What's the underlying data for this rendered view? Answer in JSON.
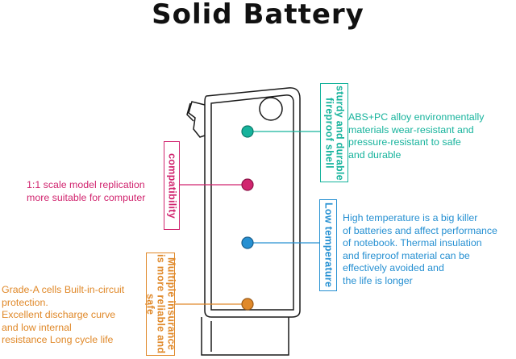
{
  "title": "Solid Battery",
  "colors": {
    "teal": "#16b39c",
    "pink": "#d1256f",
    "blue": "#2690d2",
    "orange": "#e0892a",
    "outline": "#1a1a1a"
  },
  "features": {
    "shell": {
      "label": "sturdy and durable fireproof shell",
      "desc": [
        "ABS+PC alloy environmentally",
        "materials wear-resistant and",
        "pressure-resistant to safe",
        "and durable"
      ]
    },
    "compat": {
      "label": "compatibility",
      "desc": [
        "1:1 scale model replication",
        "more suitable for computer"
      ]
    },
    "temp": {
      "label": "Low temperature",
      "desc": [
        "High temperature is a big killer",
        "of batteries and affect performance",
        "of notebook. Thermal insulation",
        "and fireproof material can be",
        "effectively avoided and",
        "the life is longer"
      ]
    },
    "insurance": {
      "label": "Multiple insurance is more reliable and safe",
      "desc": [
        "Grade-A cells Built-in-circuit",
        "protection.",
        "Excellent discharge curve",
        "and low internal",
        "resistance Long cycle life"
      ]
    }
  }
}
